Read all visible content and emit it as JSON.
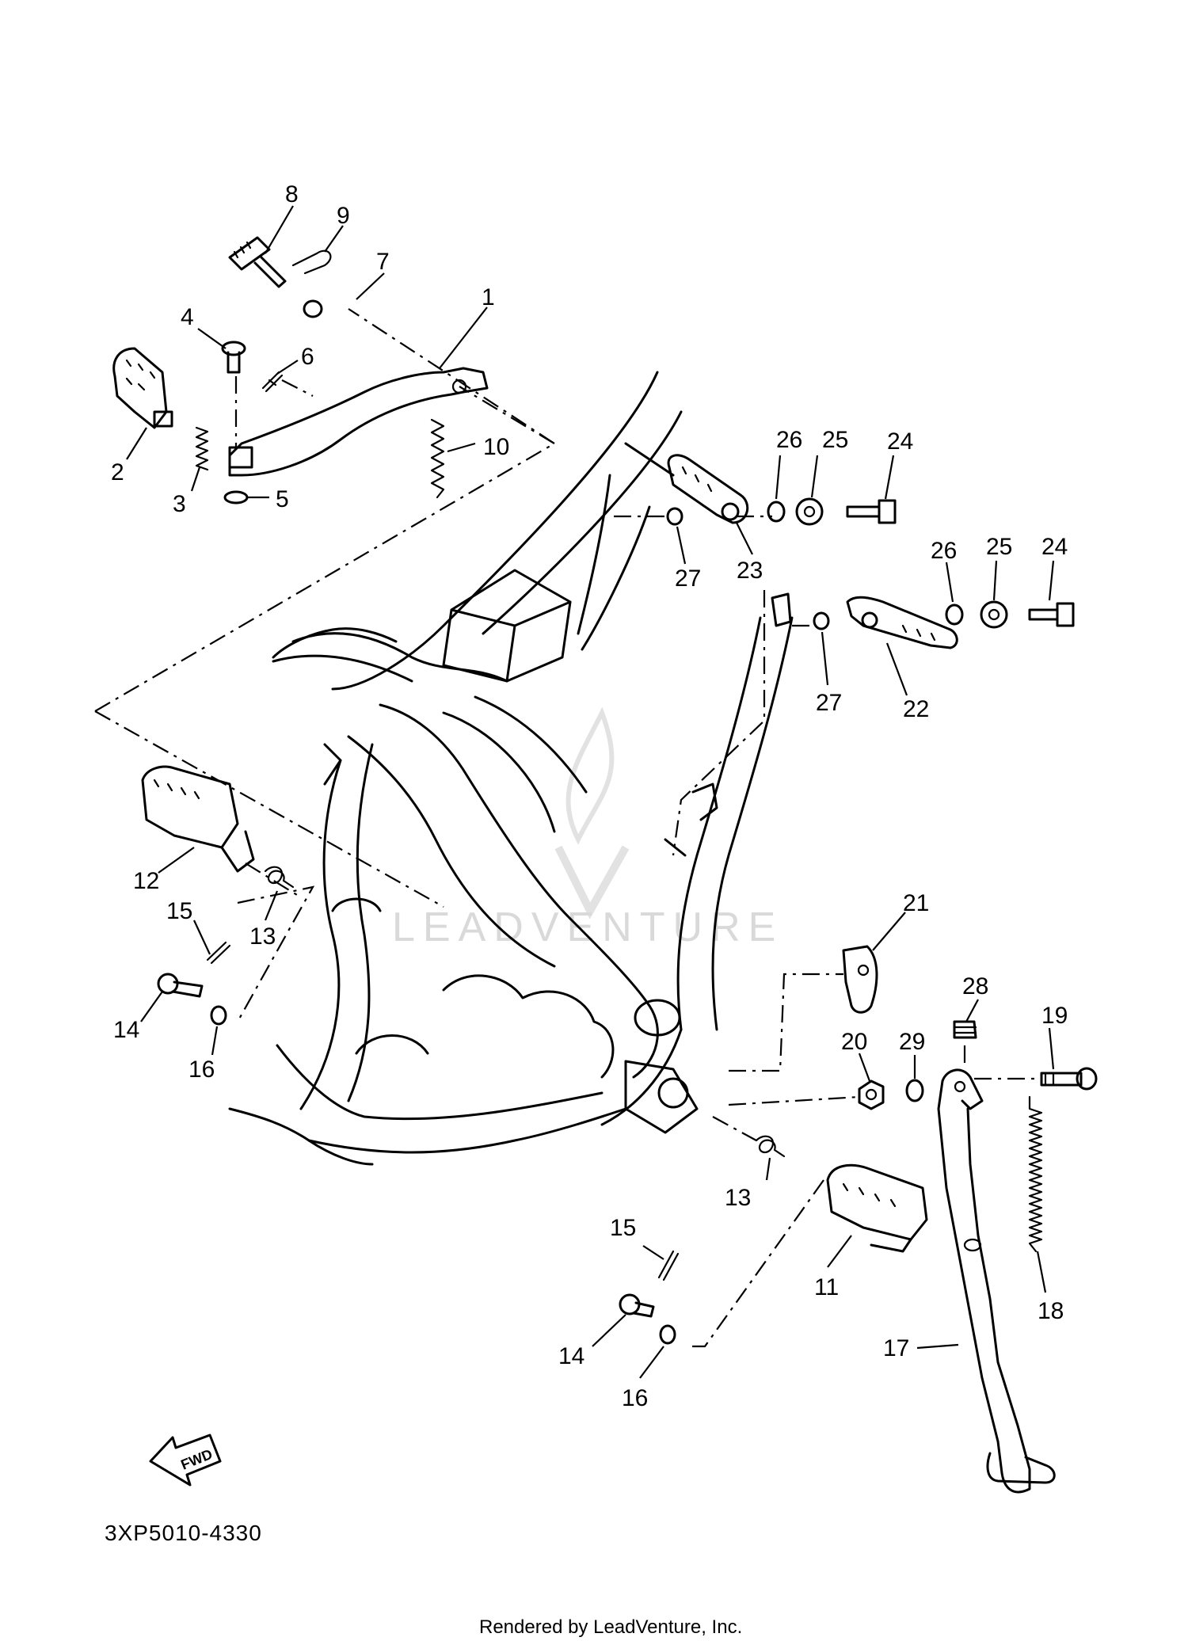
{
  "diagram_code": "3XP5010-4330",
  "render_credit": "Rendered by LeadVenture, Inc.",
  "watermark": "LEADVENTURE",
  "fwd_label": "FWD",
  "callouts": [
    {
      "id": "c8",
      "label": "8"
    },
    {
      "id": "c9",
      "label": "9"
    },
    {
      "id": "c7",
      "label": "7"
    },
    {
      "id": "c1",
      "label": "1"
    },
    {
      "id": "c4",
      "label": "4"
    },
    {
      "id": "c6",
      "label": "6"
    },
    {
      "id": "c2",
      "label": "2"
    },
    {
      "id": "c3",
      "label": "3"
    },
    {
      "id": "c10",
      "label": "10"
    },
    {
      "id": "c5",
      "label": "5"
    },
    {
      "id": "c26a",
      "label": "26"
    },
    {
      "id": "c25a",
      "label": "25"
    },
    {
      "id": "c24a",
      "label": "24"
    },
    {
      "id": "c27a",
      "label": "27"
    },
    {
      "id": "c23",
      "label": "23"
    },
    {
      "id": "c26b",
      "label": "26"
    },
    {
      "id": "c25b",
      "label": "25"
    },
    {
      "id": "c24b",
      "label": "24"
    },
    {
      "id": "c27b",
      "label": "27"
    },
    {
      "id": "c22",
      "label": "22"
    },
    {
      "id": "c12",
      "label": "12"
    },
    {
      "id": "c13a",
      "label": "13"
    },
    {
      "id": "c15a",
      "label": "15"
    },
    {
      "id": "c14a",
      "label": "14"
    },
    {
      "id": "c16a",
      "label": "16"
    },
    {
      "id": "c21",
      "label": "21"
    },
    {
      "id": "c28",
      "label": "28"
    },
    {
      "id": "c20",
      "label": "20"
    },
    {
      "id": "c29",
      "label": "29"
    },
    {
      "id": "c19",
      "label": "19"
    },
    {
      "id": "c13b",
      "label": "13"
    },
    {
      "id": "c15b",
      "label": "15"
    },
    {
      "id": "c11",
      "label": "11"
    },
    {
      "id": "c18",
      "label": "18"
    },
    {
      "id": "c14b",
      "label": "14"
    },
    {
      "id": "c16b",
      "label": "16"
    },
    {
      "id": "c17",
      "label": "17"
    }
  ]
}
